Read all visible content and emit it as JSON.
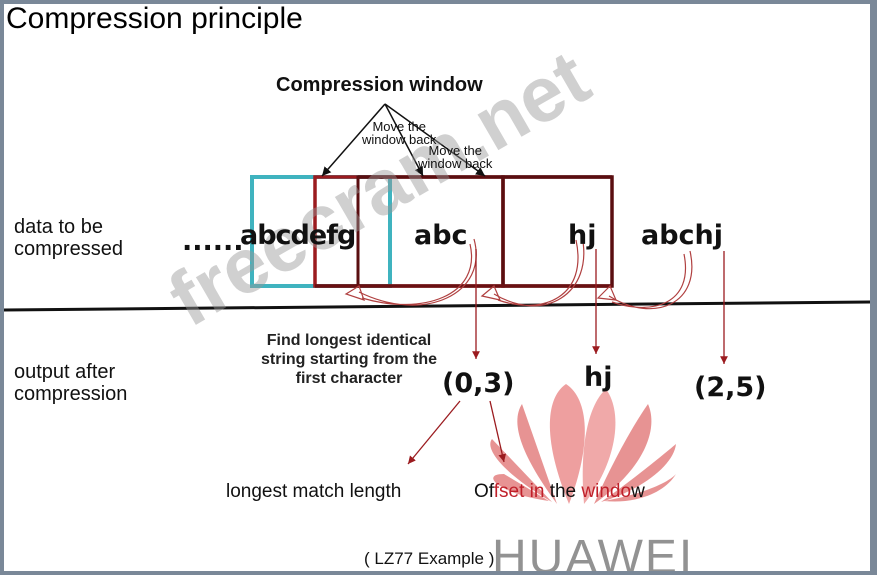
{
  "title": "Compression principle",
  "compression_window_label": "Compression window",
  "move_labels": [
    "Move the window back",
    "Move the window back"
  ],
  "move_label_lines": [
    [
      "Move the",
      "window back"
    ],
    [
      "Move the",
      "window back"
    ]
  ],
  "rows": {
    "input_label_lines": [
      "data to be",
      "compressed"
    ],
    "output_label_lines": [
      "output after",
      "compression"
    ]
  },
  "input_sequence": {
    "ellipsis": "......",
    "segments": [
      "abcdefg",
      "abc",
      "hj",
      "abchj"
    ]
  },
  "find_note_lines": [
    "Find longest identical",
    "string starting from the",
    "first character"
  ],
  "outputs": [
    "(0,3)",
    "hj",
    "(2,5)"
  ],
  "annotations": {
    "longest_match_length": "longest match length",
    "offset_prefix": "Of",
    "offset_red1": "fset in",
    "offset_mid": " the ",
    "offset_red2": "windo",
    "offset_suffix": "w"
  },
  "caption": "( LZ77 Example )",
  "watermarks": {
    "site": "freecram.net",
    "brand": "HUAWEI"
  },
  "colors": {
    "window_red": "#9b1b1f",
    "window_dark": "#5a0e10",
    "search_teal": "#3fb3bf",
    "arrow_red": "#9b1b1f",
    "brand_red": "#e36b6b"
  }
}
